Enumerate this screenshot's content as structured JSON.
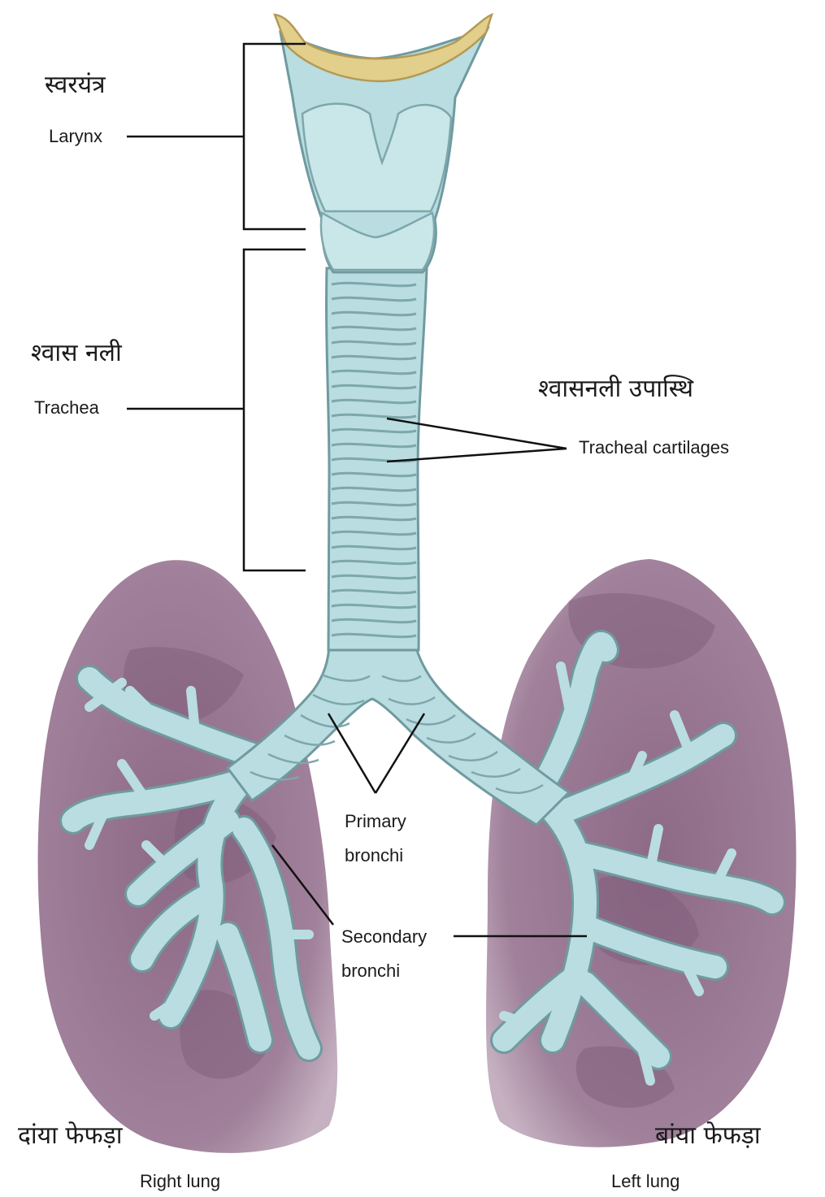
{
  "labels": {
    "larynx_hi": "स्वरयंत्र",
    "larynx_en": "Larynx",
    "trachea_hi": "श्वास नली",
    "trachea_en": "Trachea",
    "cartilage_hi": "श्वासनली उपास्थि",
    "cartilage_en": "Tracheal cartilages",
    "primary_line1": "Primary",
    "primary_line2": "bronchi",
    "secondary_line1": "Secondary",
    "secondary_line2": "bronchi",
    "right_lung_hi": "दांया फेफड़ा",
    "right_lung_en": "Right lung",
    "left_lung_hi": "बांया फेफड़ा",
    "left_lung_en": "Left lung"
  },
  "colors": {
    "lung": "#9b7a94",
    "lung_dark": "#835f7d",
    "airway": "#b9dde0",
    "airway_edge": "#6f9aa0",
    "epiglottis": "#e3cf8c",
    "leader_line": "#111111"
  }
}
